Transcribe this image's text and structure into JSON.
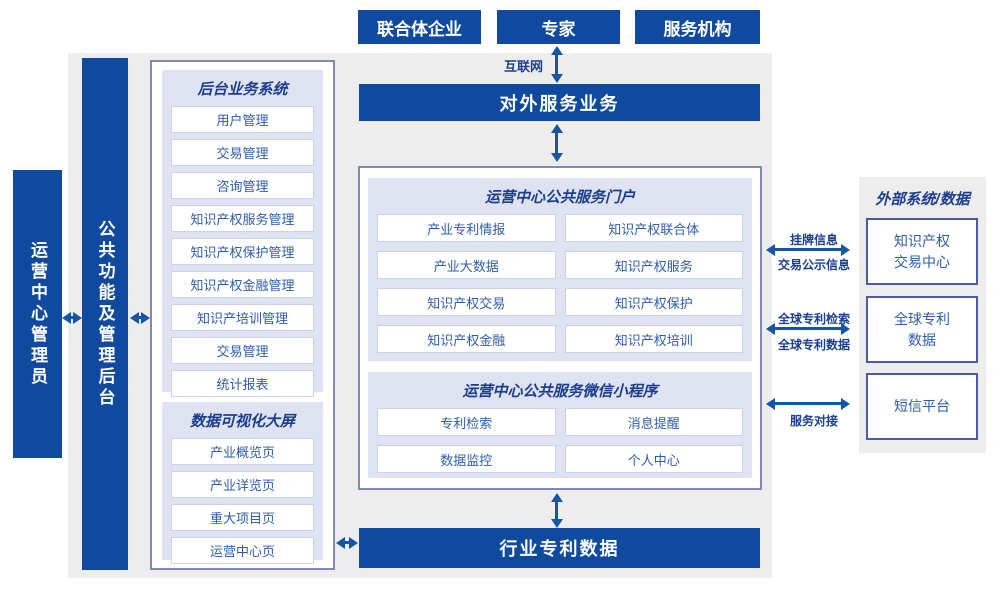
{
  "colors": {
    "blue": "#0f4a9e",
    "navy": "#1b3e8f",
    "itemtext": "#2f5dab",
    "lavender": "#dee2f1",
    "gray": "#ededed",
    "arrow": "#1456a6",
    "boxborder": "#8089b4",
    "itemborder": "#ccd2ea",
    "extborder": "#4a5aa5"
  },
  "top_actors": [
    "联合体企业",
    "专家",
    "服务机构"
  ],
  "labels": {
    "internet": "互联网"
  },
  "bars": {
    "external_service": "对外服务业务",
    "industry_patent_data": "行业专利数据"
  },
  "rails": {
    "admin": "运营中心管理员",
    "management": "公共功能及管理后台"
  },
  "backend_system": {
    "title": "后台业务系统",
    "items": [
      "用户管理",
      "交易管理",
      "咨询管理",
      "知识产权服务管理",
      "知识产权保护管理",
      "知识产权金融管理",
      "知识产培训管理",
      "交易管理",
      "统计报表"
    ]
  },
  "dashboard": {
    "title": "数据可视化大屏",
    "items": [
      "产业概览页",
      "产业详览页",
      "重大项目页",
      "运营中心页"
    ]
  },
  "portal": {
    "title": "运营中心公共服务门户",
    "items": [
      "产业专利情报",
      "知识产权联合体",
      "产业大数据",
      "知识产权服务",
      "知识产权交易",
      "知识产权保护",
      "知识产权金融",
      "知识产权培训"
    ]
  },
  "miniprogram": {
    "title": "运营中心公共服务微信小程序",
    "items": [
      "专利检索",
      "消息提醒",
      "数据监控",
      "个人中心"
    ]
  },
  "external_systems": {
    "title": "外部系统/数据",
    "boxes": [
      "知识产权\n交易中心",
      "全球专利\n数据",
      "短信平台"
    ]
  },
  "links": {
    "listing_up": "挂牌信息",
    "listing_down": "交易公示信息",
    "patent_search_up": "全球专利检索",
    "patent_data_down": "全球专利数据",
    "service": "服务对接"
  }
}
